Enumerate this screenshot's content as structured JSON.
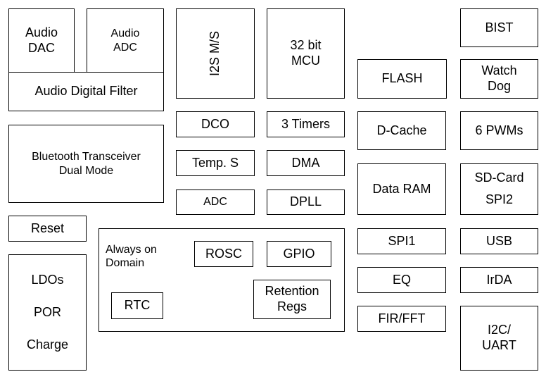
{
  "blocks": {
    "audio_dac": [
      "Audio",
      "DAC"
    ],
    "audio_adc": [
      "Audio",
      "ADC"
    ],
    "audio_filter": "Audio Digital Filter",
    "i2s": "I2S M/S",
    "mcu": [
      "32 bit",
      "MCU"
    ],
    "bist": "BIST",
    "flash": "FLASH",
    "watchdog": [
      "Watch",
      "Dog"
    ],
    "dco": "DCO",
    "timers": "3 Timers",
    "dcache": "D-Cache",
    "pwms": "6 PWMs",
    "bluetooth": [
      "Bluetooth Transceiver",
      "Dual Mode"
    ],
    "temp": "Temp. S",
    "dma": "DMA",
    "data_ram": "Data RAM",
    "sdcard": [
      "SD-Card",
      "SPI2"
    ],
    "adc": "ADC",
    "dpll": "DPLL",
    "reset": "Reset",
    "spi1": "SPI1",
    "usb": "USB",
    "eq": "EQ",
    "irda": "IrDA",
    "fir": "FIR/FFT",
    "i2c": [
      "I2C/",
      "UART"
    ],
    "power": [
      "LDOs",
      "POR",
      "Charge"
    ],
    "always_on": {
      "label": [
        "Always on",
        "Domain"
      ],
      "rosc": "ROSC",
      "gpio": "GPIO",
      "rtc": "RTC",
      "retention": [
        "Retention",
        "Regs"
      ]
    }
  }
}
